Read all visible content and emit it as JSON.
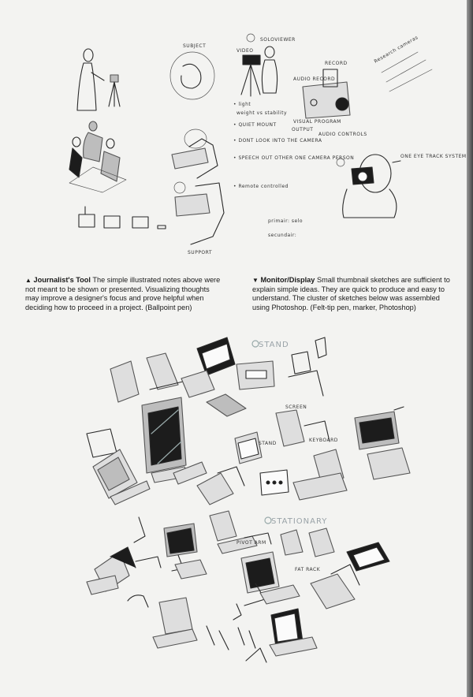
{
  "captions": {
    "left": {
      "marker": "▲",
      "title": "Journalist's Tool",
      "body": "The simple illustrated notes above were not meant to be shown or presented. Visualizing thoughts may improve a designer's focus and prove helpful when deciding how to proceed in a project. (Ballpoint pen)"
    },
    "right": {
      "marker": "▼",
      "title": "Monitor/Display",
      "body": "Small thumbnail sketches are sufficient to explain simple ideas. They are quick to produce and easy to understand. The cluster of sketches below was assembled using Photoshop. (Felt-tip pen, marker, Photoshop)"
    }
  },
  "sketch_labels": {
    "subject": "SUBJECT",
    "video": "VIDEO",
    "soloviewer": "SOLOVIEWER",
    "audio_record": "AUDIO RECORD",
    "record": "RECORD",
    "visual_program": "VISUAL PROGRAM",
    "output": "OUTPUT",
    "audio_controls": "AUDIO CONTROLS",
    "light": "• light",
    "weight_vs_stability": "weight vs stability",
    "quiet_mount": "• QUIET MOUNT",
    "dont_look": "• DONT LOOK INTO THE CAMERA",
    "speech_out": "• SPEECH OUT OTHER ONE CAMERA PERSON",
    "remote": "• Remote controlled",
    "one_eye": "ONE EYE TRACK SYSTEM",
    "support": "SUPPORT",
    "primair": "primair: selo",
    "secundair": "secundair:",
    "stand": "STAND",
    "stationary": "STATIONARY",
    "keyboard": "KEYBOARD",
    "stand_small": "STAND",
    "screen": "SCREEN",
    "pivot_arm": "PIVOT ARM",
    "flat_rack": "FAT RACK",
    "side_note": "Research cameras"
  }
}
